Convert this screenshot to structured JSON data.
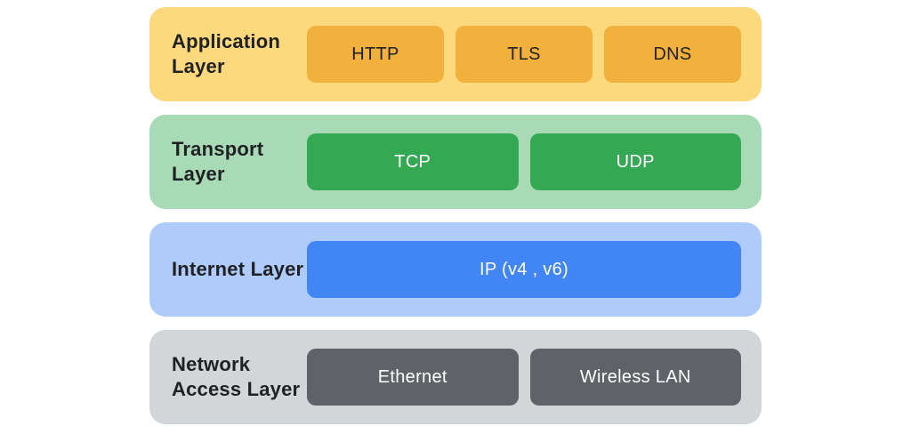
{
  "page": {
    "background_color": "#ffffff",
    "text_color": "#202124"
  },
  "layers": [
    {
      "label": "Application Layer",
      "panel_color": "#FCD97D",
      "box_color": "#F2B13C",
      "box_text_color": "#202124",
      "protocols": [
        "HTTP",
        "TLS",
        "DNS"
      ]
    },
    {
      "label": "Transport Layer",
      "panel_color": "#A8DAB5",
      "box_color": "#34A853",
      "box_text_color": "#FFFFFF",
      "protocols": [
        "TCP",
        "UDP"
      ]
    },
    {
      "label": "Internet Layer",
      "panel_color": "#AECBFA",
      "box_color": "#4285F4",
      "box_text_color": "#FFFFFF",
      "protocols": [
        "IP (v4 , v6)"
      ]
    },
    {
      "label": "Network Access Layer",
      "panel_color": "#D3D6D9",
      "box_color": "#5F6368",
      "box_text_color": "#FFFFFF",
      "protocols": [
        "Ethernet",
        "Wireless LAN"
      ]
    }
  ]
}
